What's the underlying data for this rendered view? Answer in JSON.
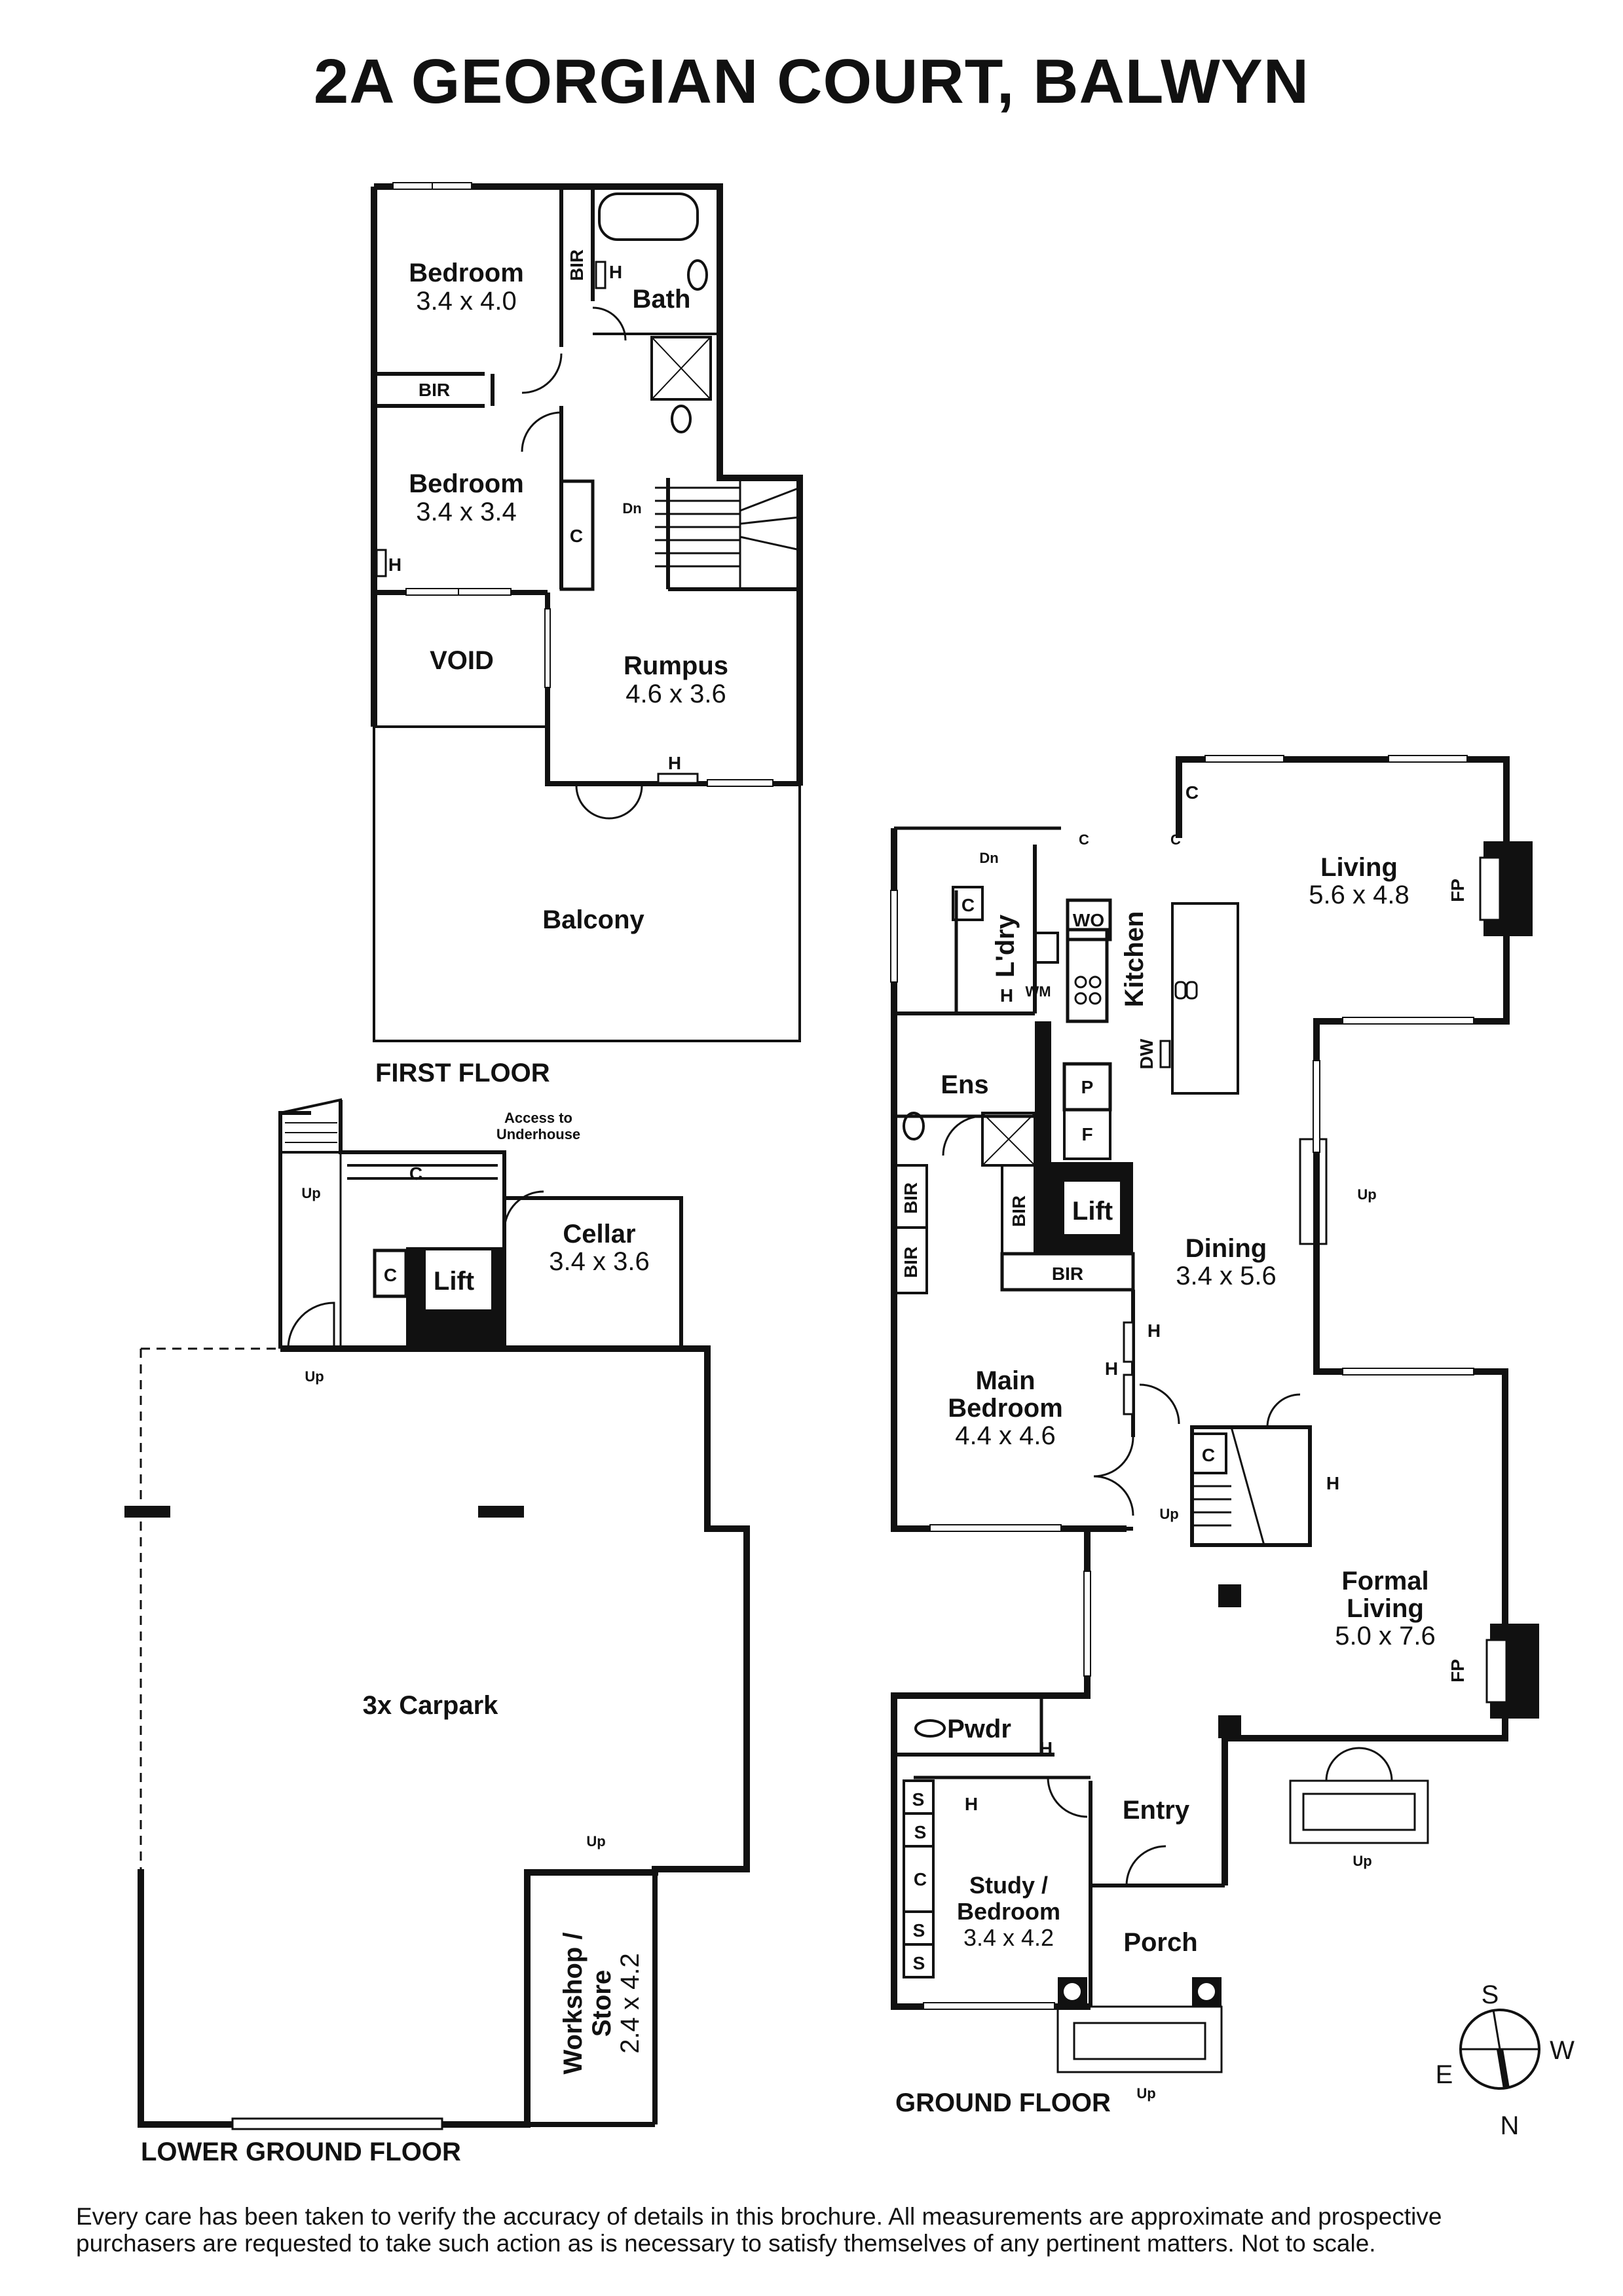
{
  "title": "2A GEORGIAN COURT, BALWYN",
  "floors": {
    "first": "FIRST FLOOR",
    "lower": "LOWER GROUND FLOOR",
    "ground": "GROUND FLOOR"
  },
  "first_floor": {
    "bedroom1": {
      "name": "Bedroom",
      "dim": "3.4 x 4.0"
    },
    "bedroom2": {
      "name": "Bedroom",
      "dim": "3.4 x 3.4"
    },
    "bath": "Bath",
    "bir1": "BIR",
    "bir2": "BIR",
    "c": "C",
    "h1": "H",
    "h2": "H",
    "h3": "H",
    "dn": "Dn",
    "void": "VOID",
    "rumpus": {
      "name": "Rumpus",
      "dim": "4.6 x 3.6"
    },
    "balcony": "Balcony"
  },
  "lower_floor": {
    "access": "Access to",
    "underhouse": "Underhouse",
    "up1": "Up",
    "up2": "Up",
    "up3": "Up",
    "c1": "C",
    "c2": "C",
    "lift": "Lift",
    "cellar": {
      "name": "Cellar",
      "dim": "3.4 x 3.6"
    },
    "carpark": "3x Carpark",
    "workshop": {
      "name1": "Workshop /",
      "name2": "Store",
      "dim": "2.4 x 4.2"
    }
  },
  "ground_floor": {
    "dn": "Dn",
    "c_stair": "C",
    "c_top1": "C",
    "c_top2": "C",
    "c_top3": "C",
    "ldry": "L'dry",
    "wo": "WO",
    "wm": "WM",
    "h_ldry": "H",
    "kitchen": "Kitchen",
    "dw": "DW",
    "p": "P",
    "f": "F",
    "living": {
      "name": "Living",
      "dim": "5.6 x 4.8"
    },
    "fp1": "FP",
    "ens": "Ens",
    "bir_a": "BIR",
    "bir_b": "BIR",
    "bir_c": "BIR",
    "bir_d": "BIR",
    "lift": "Lift",
    "dining": {
      "name": "Dining",
      "dim": "3.4 x 5.6"
    },
    "up_dining": "Up",
    "h_a": "H",
    "h_b": "H",
    "main_bedroom": {
      "name1": "Main",
      "name2": "Bedroom",
      "dim": "4.4 x 4.6"
    },
    "c_stair2": "C",
    "h_c": "H",
    "up_stair": "Up",
    "formal_living": {
      "name1": "Formal",
      "name2": "Living",
      "dim": "5.0 x 7.6"
    },
    "fp2": "FP",
    "pwdr": "Pwdr",
    "h_pwdr": "H",
    "h_study": "H",
    "s1": "S",
    "s2": "S",
    "c_study": "C",
    "s3": "S",
    "s4": "S",
    "study": {
      "name1": "Study /",
      "name2": "Bedroom",
      "dim": "3.4 x 4.2"
    },
    "entry": "Entry",
    "porch": "Porch",
    "up_formal": "Up",
    "up_porch": "Up"
  },
  "compass": {
    "s": "S",
    "w": "W",
    "e": "E",
    "n": "N"
  },
  "disclaimer": "Every care has been taken to verify the accuracy of details in this brochure. All measurements are approximate and prospective purchasers are requested to take such action as is necessary to satisfy themselves of any pertinent matters. Not to scale."
}
